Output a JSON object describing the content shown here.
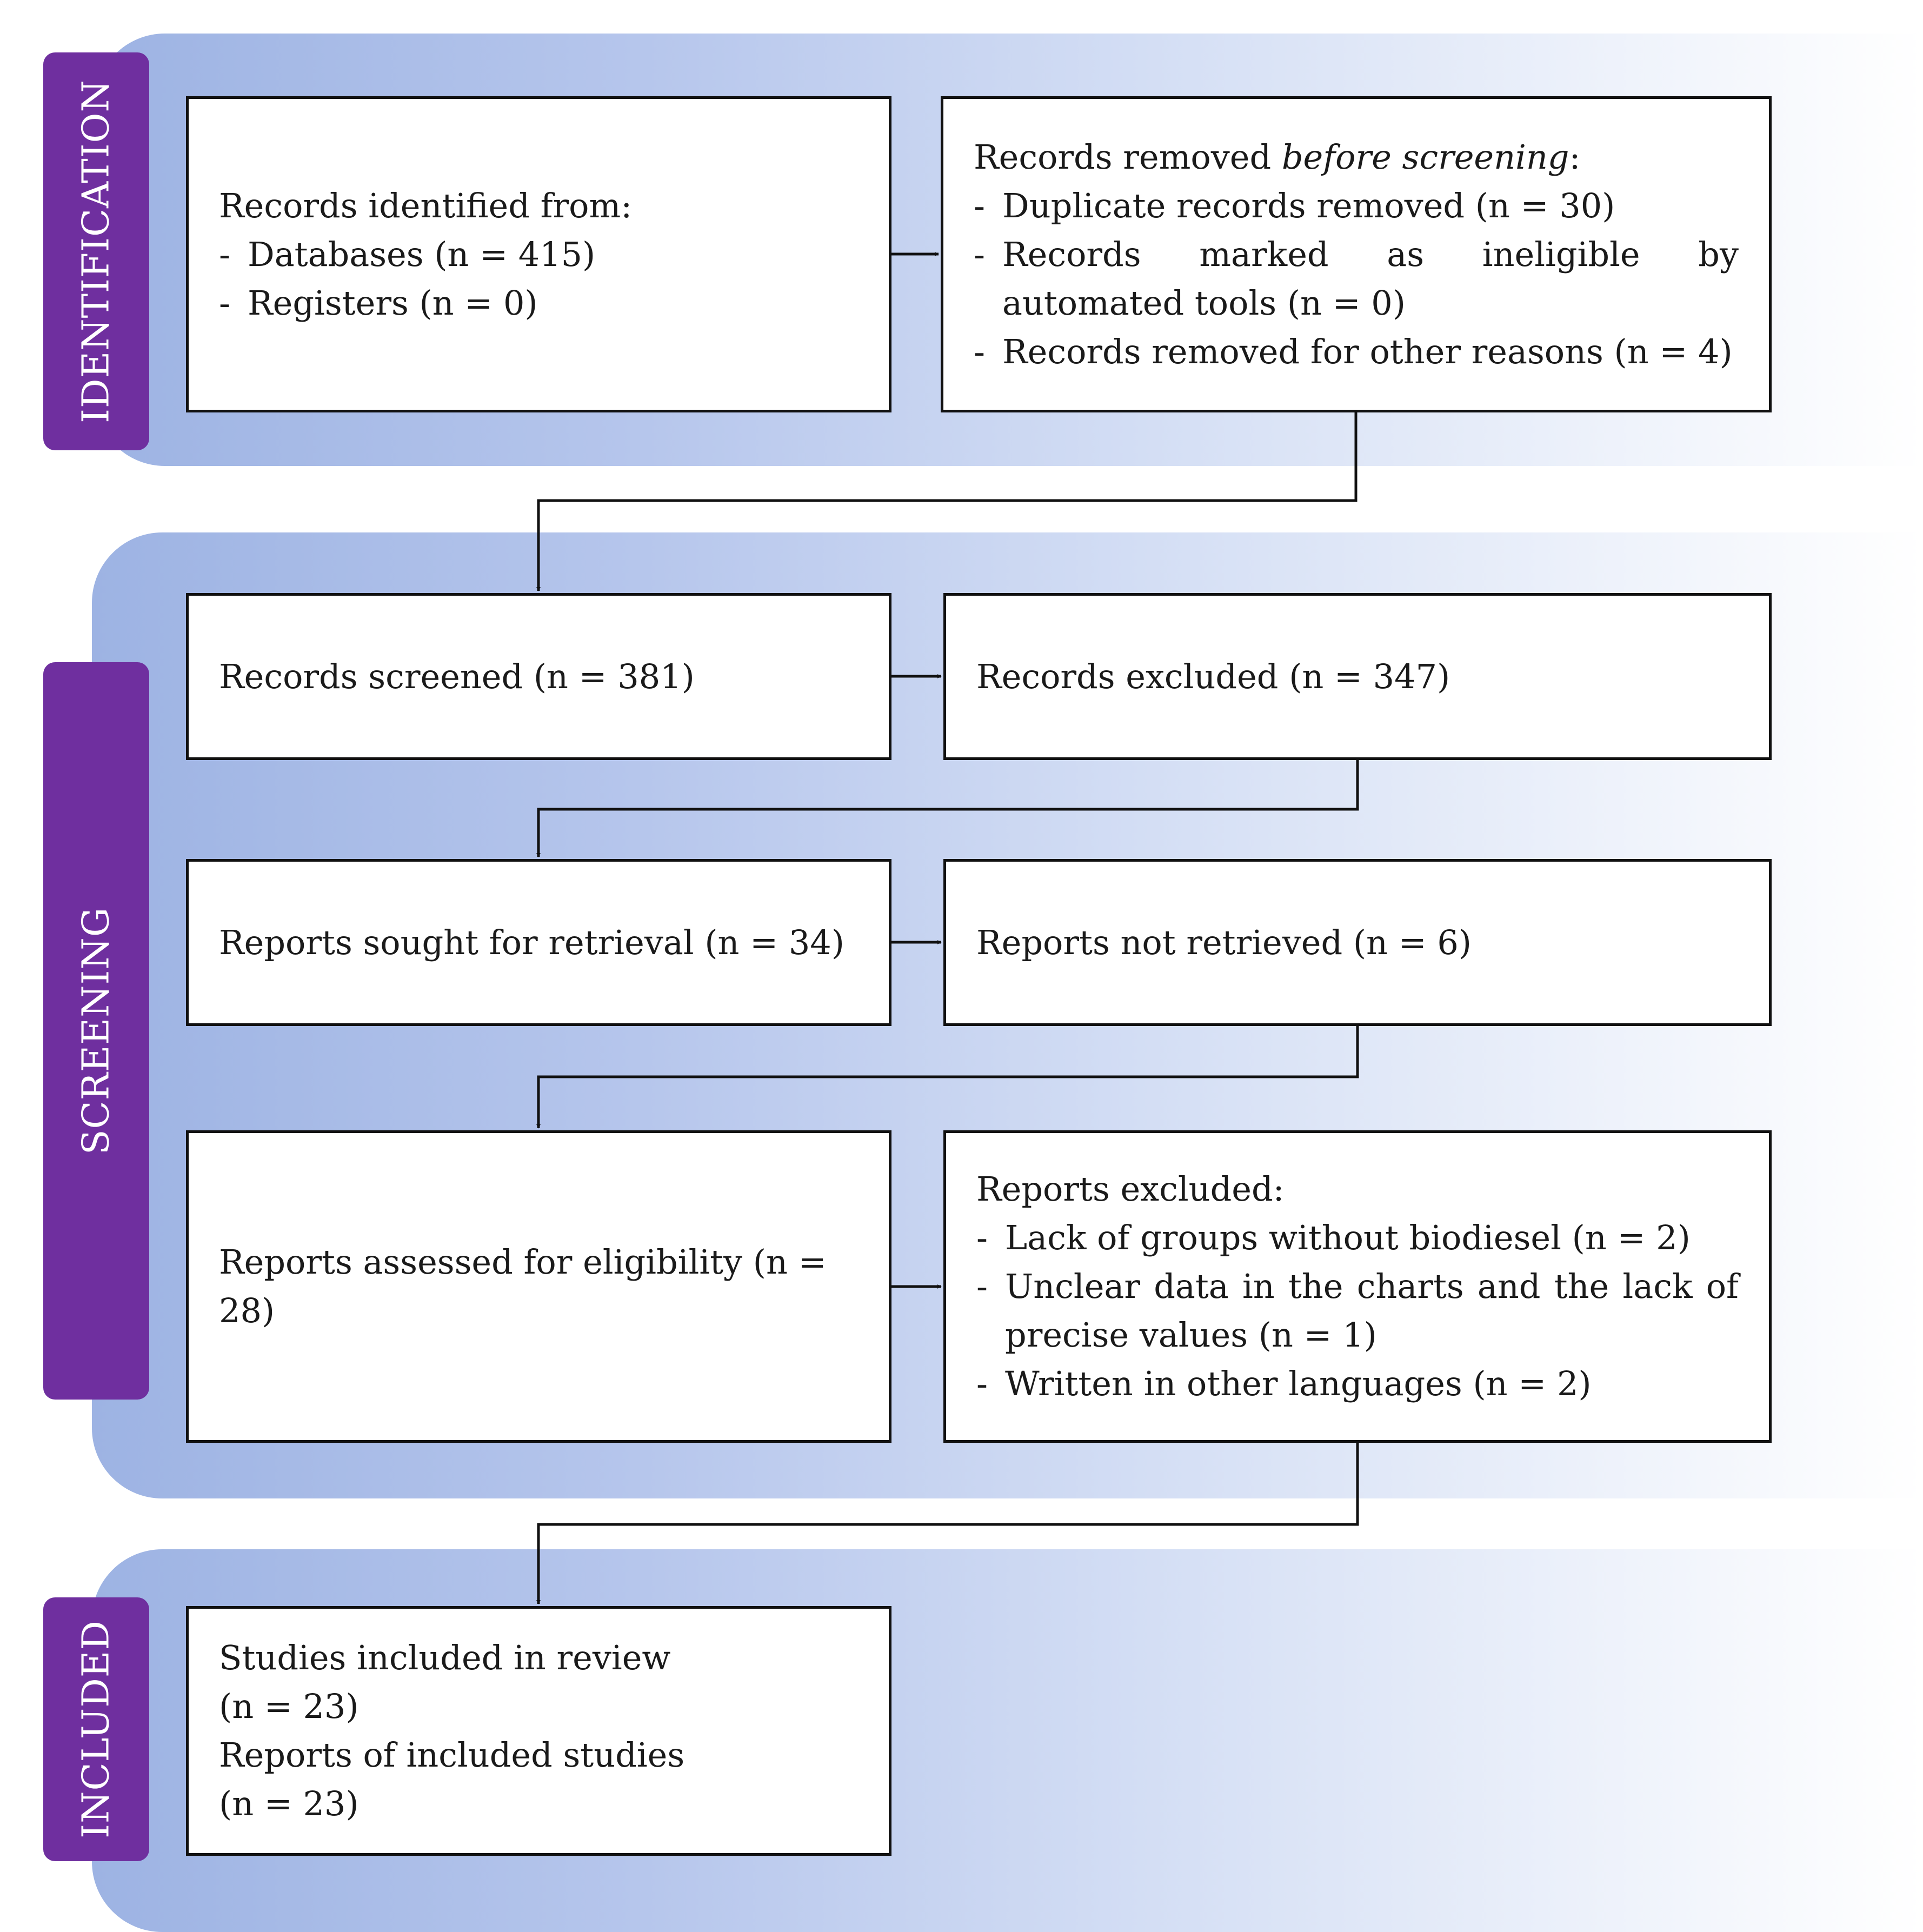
{
  "phases": {
    "identification": "IDENTIFICATION",
    "screening": "SCREENING",
    "included": "INCLUDED"
  },
  "identification": {
    "identified_title": "Records identified from:",
    "identified_items": [
      "Databases (n = 415)",
      "Registers (n = 0)"
    ],
    "removed_title_prefix": "Records removed ",
    "removed_title_italic": "before screening",
    "removed_title_suffix": ":",
    "removed_items": [
      "Duplicate records removed (n = 30)",
      "Records marked as ineligible by automated tools (n = 0)",
      "Records removed for other reasons (n = 4)"
    ]
  },
  "screening": {
    "screened": "Records screened (n = 381)",
    "excluded": "Records excluded (n = 347)",
    "sought": "Reports sought for retrieval (n = 34)",
    "not_retrieved": "Reports not retrieved (n = 6)",
    "assessed": "Reports assessed for eligibility (n = 28)",
    "reports_excluded_title": "Reports excluded:",
    "reports_excluded_items": [
      "Lack of groups without biodiesel (n = 2)",
      "Unclear data in the charts and the lack of precise values (n = 1)",
      "Written in other languages (n = 2)"
    ]
  },
  "included": {
    "lines": [
      "Studies included in review",
      "(n = 23)",
      "Reports of included studies",
      "(n = 23)"
    ]
  },
  "bullet": "-",
  "colors": {
    "phase_tab": "#6f2f9f",
    "band_start": "#9db3e3",
    "band_end": "#ffffff",
    "box_border": "#111111"
  }
}
